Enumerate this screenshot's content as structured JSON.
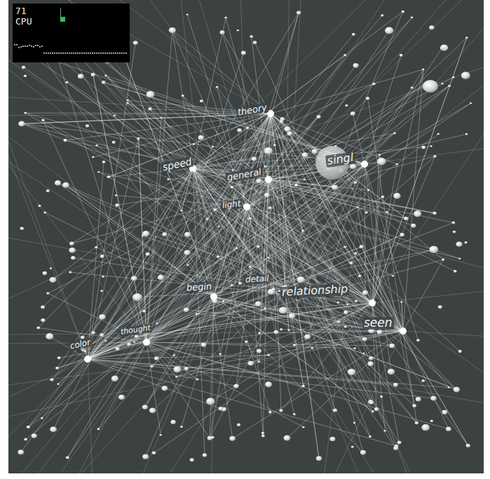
{
  "diagram": {
    "labels": [
      "71",
      "CPU",
      "theory",
      "speed",
      "general",
      "singl",
      "light",
      "begin",
      "detail",
      "relationship",
      "seen",
      "thought",
      "color"
    ]
  }
}
